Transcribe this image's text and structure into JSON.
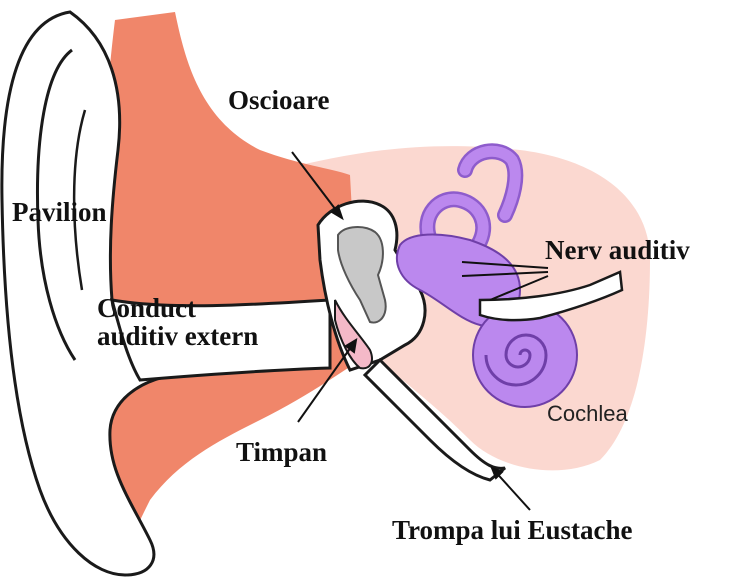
{
  "labels": {
    "pavilion": "Pavilion",
    "oscioare": "Oscioare",
    "conduct_line1": "Conduct",
    "conduct_line2": "auditiv extern",
    "nerv_auditiv": "Nerv auditiv",
    "cochlea": "Cochlea",
    "timpan": "Timpan",
    "trompa": "Trompa lui Eustache"
  },
  "colors": {
    "skin": "#f0866a",
    "tissue": "#f9cdc3",
    "inner_ear": "#bb88ee",
    "ossicles": "#c8c8c8",
    "outline": "#1a1a1a"
  }
}
